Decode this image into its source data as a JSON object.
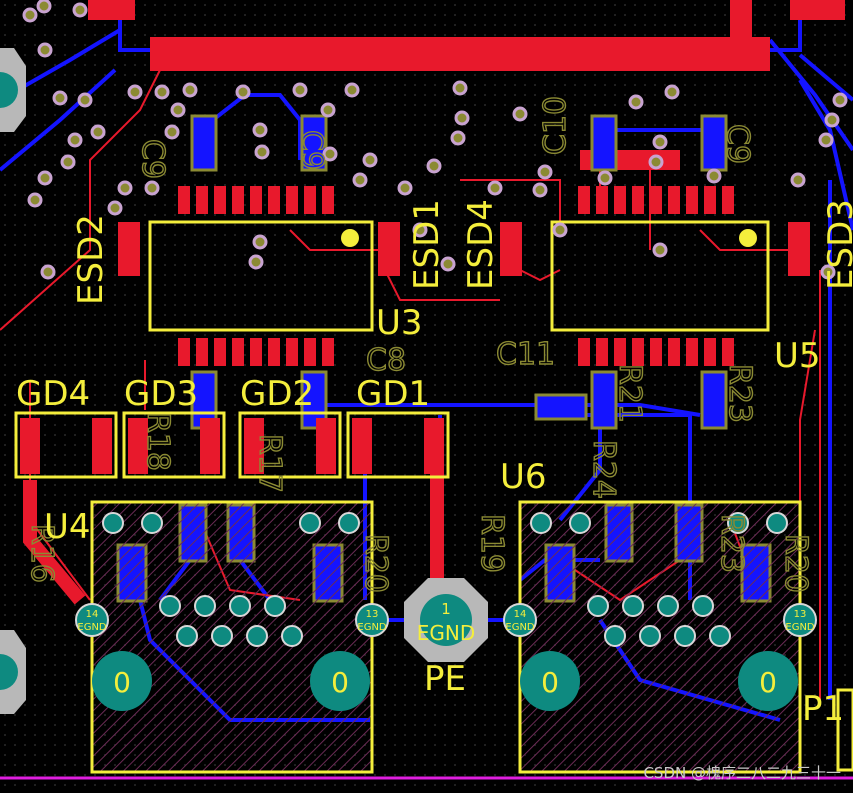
{
  "labels": {
    "esd2": "ESD2",
    "esd1": "ESD1",
    "esd4": "ESD4",
    "esd3": "ESD3",
    "u3": "U3",
    "u5": "U5",
    "u4": "U4",
    "u6": "U6",
    "gd4": "GD4",
    "gd3": "GD3",
    "gd2": "GD2",
    "gd1": "GD1",
    "c8": "C8",
    "c11": "C11",
    "c10": "C10",
    "c9": "C9",
    "r18": "R18",
    "r16": "R16",
    "r21": "R21",
    "r23": "R23",
    "r17": "R17",
    "r19": "R19",
    "r20": "R20",
    "r24": "R24",
    "pe": "PE",
    "p1": "P1"
  },
  "pads": {
    "egnd_center_num": "1",
    "egnd_center": "EGND",
    "egnd_14": "14",
    "egnd_13": "13",
    "egnd_small": "EGND",
    "mount_hole": "0"
  },
  "watermark": "CSDN @槐序二八二九三十一",
  "colors": {
    "silkscreen": "#f4ee3c",
    "top_copper": "#e8192c",
    "bottom_copper": "#1414ff",
    "pad_teal": "#0e8a80",
    "background": "#000000"
  }
}
